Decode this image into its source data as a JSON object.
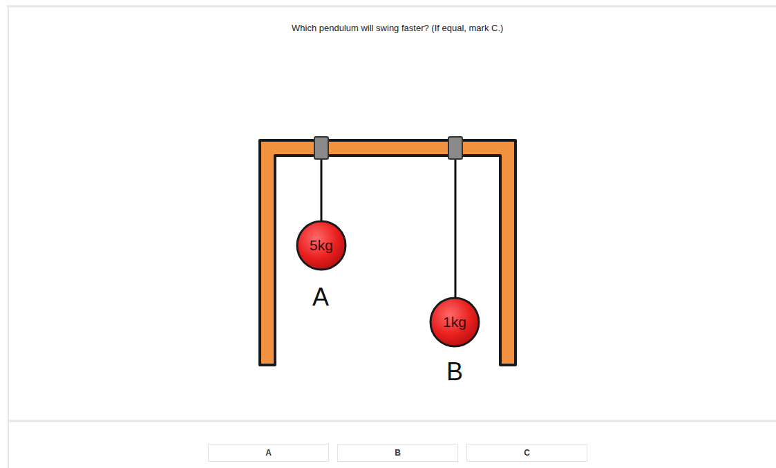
{
  "diagram": {
    "title": "Which pendulum will swing faster? (If equal, mark C.)",
    "nodes": [
      {
        "text": [
          "5kg"
        ]
      },
      {
        "text": [
          "1kg"
        ]
      },
      {
        "text": [
          "A"
        ]
      },
      {
        "text": [
          "B"
        ]
      },
      {
        "text": [
          "C"
        ]
      }
    ],
    "labels": [
      "A",
      "B"
    ]
  }
}
